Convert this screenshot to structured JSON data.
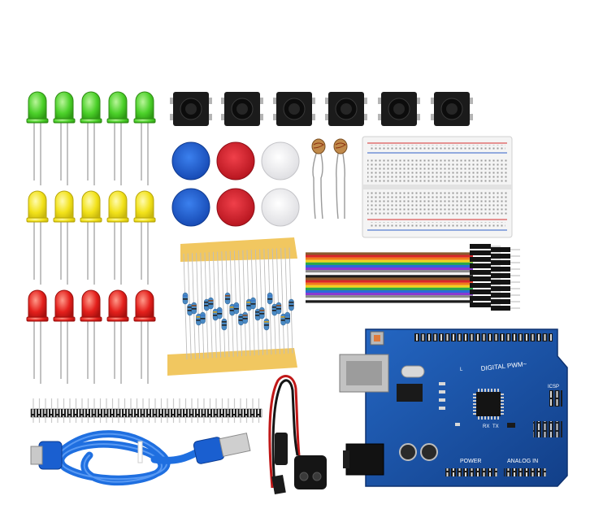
{
  "colors": {
    "background": "#ffffff",
    "led_green": "#4cd12a",
    "led_yellow": "#f2e21a",
    "led_red": "#e4201c",
    "cap_blue": "#1e5fd6",
    "cap_red": "#d81e2a",
    "cap_white": "#f2f2f2",
    "board_blue": "#1b5fb4",
    "cable_blue": "#1f6fe0"
  },
  "board": {
    "digital_label": "DIGITAL PWM~",
    "power_label": "POWER",
    "analog_label": "ANALOG IN",
    "icsp_label": "ICSP",
    "tx_label": "TX",
    "rx_label": "RX",
    "l_label": "L"
  }
}
